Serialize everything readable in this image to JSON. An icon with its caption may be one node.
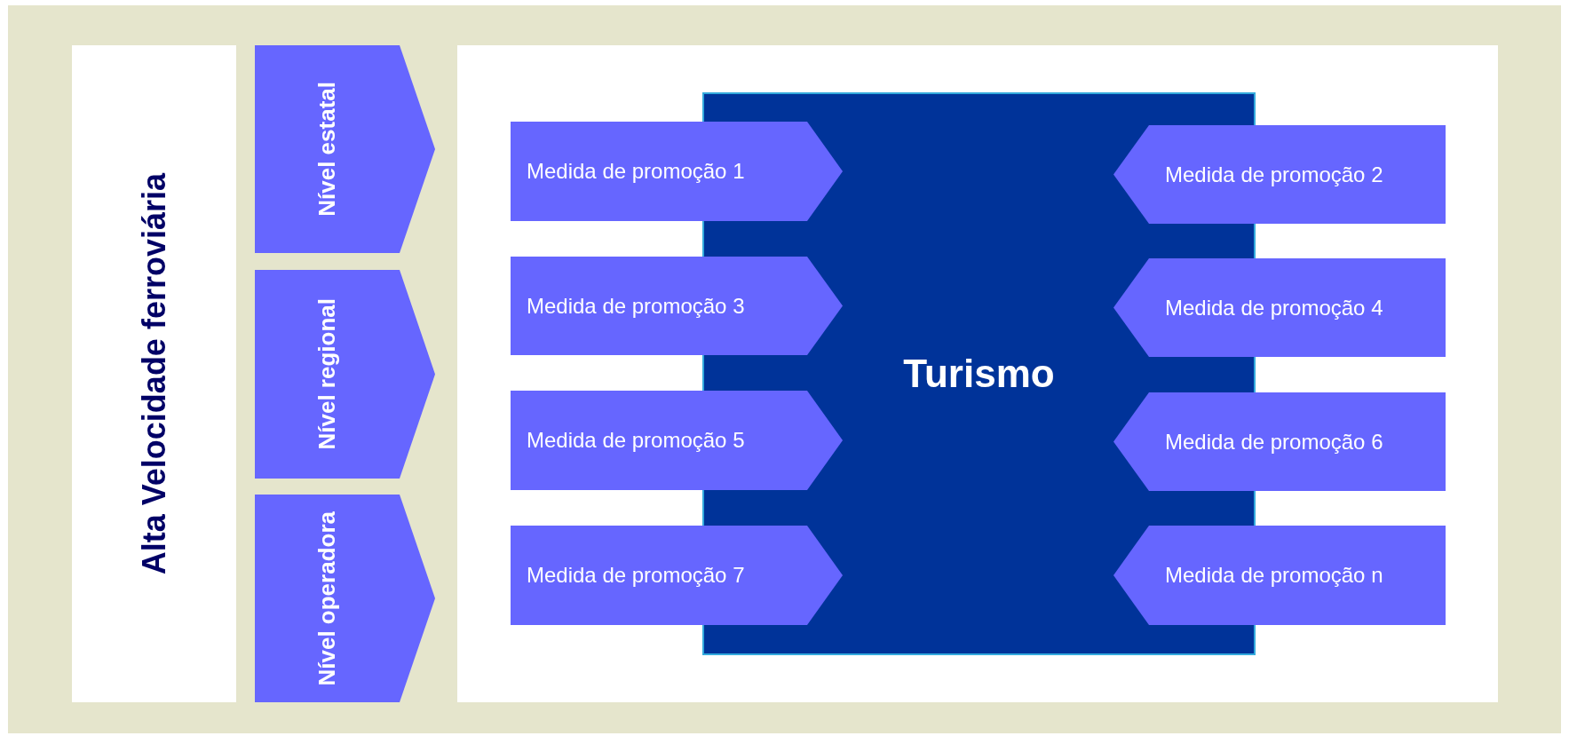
{
  "diagram": {
    "nodes": [
      {
        "text": [
          "Alta Velocidade ferroviária"
        ]
      },
      {
        "text": [
          "Nível estatal"
        ]
      },
      {
        "text": [
          "Nível regional"
        ]
      },
      {
        "text": [
          "Nível operadora"
        ]
      },
      {
        "text": [
          "Turismo"
        ]
      },
      {
        "text": [
          "Medida de promoção 1"
        ]
      },
      {
        "text": [
          "Medida de promoção 2"
        ]
      },
      {
        "text": [
          "Medida de promoção 3"
        ]
      },
      {
        "text": [
          "Medida de promoção 4"
        ]
      },
      {
        "text": [
          "Medida de promoção 5"
        ]
      },
      {
        "text": [
          "Medida de promoção 6"
        ]
      },
      {
        "text": [
          "Medida de promoção 7"
        ]
      },
      {
        "text": [
          "Medida de promoção n"
        ]
      }
    ]
  }
}
